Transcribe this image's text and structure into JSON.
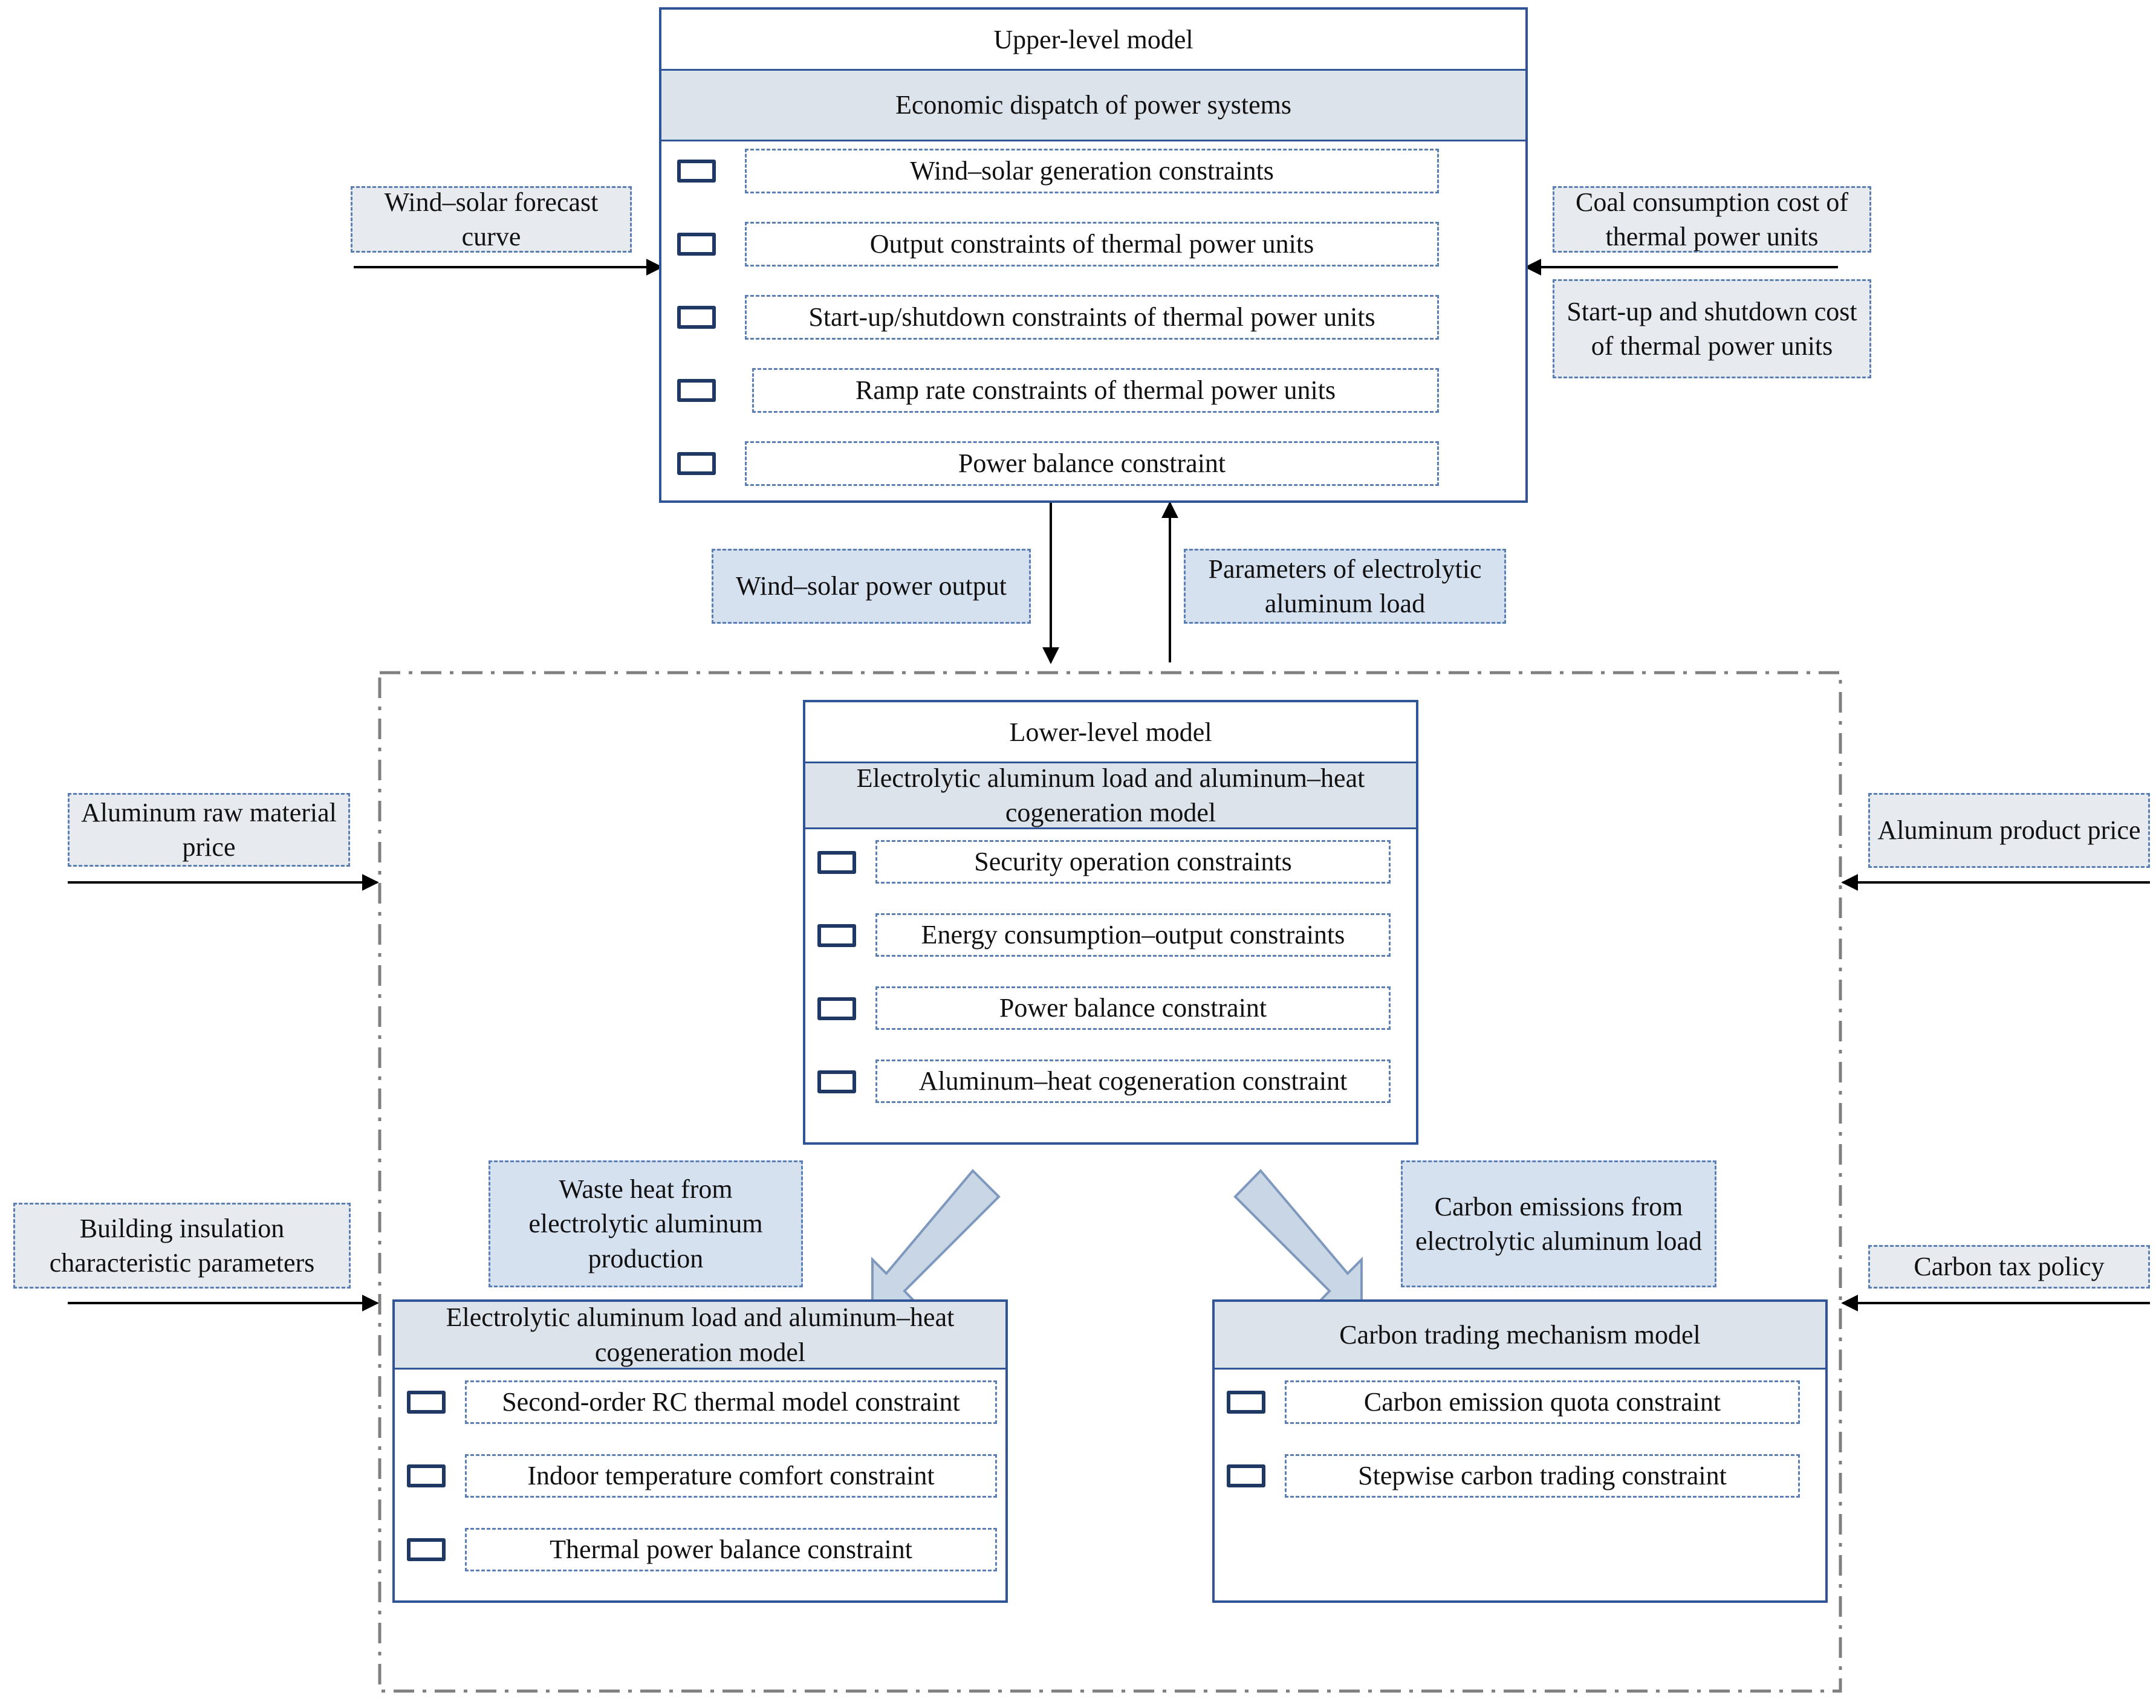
{
  "upper": {
    "title": "Upper-level model",
    "band": "Economic dispatch of power systems",
    "constraints": [
      "Wind–solar generation constraints",
      "Output constraints of thermal power units",
      "Start-up/shutdown constraints of thermal power units",
      "Ramp rate constraints of thermal power units",
      "Power balance constraint"
    ]
  },
  "upper_inputs": {
    "left": "Wind–solar forecast curve",
    "right_top": "Coal consumption cost of thermal power units",
    "right_bottom": "Start-up and shutdown cost of thermal power units"
  },
  "links": {
    "down": "Wind–solar power output",
    "up": "Parameters of electrolytic aluminum load"
  },
  "lower": {
    "title": "Lower-level model",
    "band": "Electrolytic aluminum load and aluminum–heat cogeneration model",
    "constraints": [
      "Security operation constraints",
      "Energy consumption–output constraints",
      "Power balance constraint",
      "Aluminum–heat cogeneration constraint"
    ]
  },
  "lower_inputs": {
    "left_top": "Aluminum raw material price",
    "right_top": "Aluminum product price",
    "left_bottom": "Building insulation characteristic parameters",
    "right_bottom": "Carbon tax policy"
  },
  "flows": {
    "waste_heat": "Waste heat from electrolytic aluminum production",
    "carbon": "Carbon emissions from electrolytic aluminum load"
  },
  "heat_model": {
    "band": "Electrolytic aluminum load and aluminum–heat cogeneration model",
    "constraints": [
      "Second-order RC thermal model constraint",
      "Indoor temperature comfort constraint",
      "Thermal power balance constraint"
    ]
  },
  "carbon_model": {
    "band": "Carbon trading mechanism model",
    "constraints": [
      "Carbon emission quota constraint",
      "Stepwise carbon trading constraint"
    ]
  },
  "colors": {
    "panel_border": "#2f5597",
    "band_fill": "#dde3ea",
    "tag_grey": "#e7ebf0",
    "tag_blue": "#d6e1f0",
    "arrow_fill": "#c9d6e6",
    "arrow_stroke": "#7f99be",
    "outer_dash": "#7f7f7f"
  }
}
